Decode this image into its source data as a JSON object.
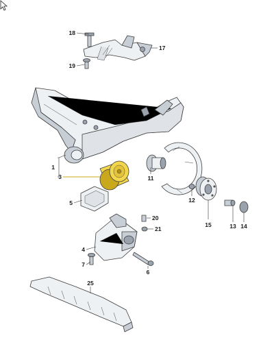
{
  "diagram": {
    "colors": {
      "part_fill": "#eef1f4",
      "part_shade": "#c7ced6",
      "part_dark": "#9aa3ad",
      "highlight_fill": "#f2d64b",
      "highlight_shade": "#c9a81c",
      "line": "#3c3c3c"
    },
    "callouts": {
      "c1": "1",
      "c3": "3",
      "c4": "4",
      "c5": "5",
      "c6": "6",
      "c7": "7",
      "c11": "11",
      "c12": "12",
      "c13": "13",
      "c14": "14",
      "c15": "15",
      "c17": "17",
      "c18": "18",
      "c19": "19",
      "c20": "20",
      "c21": "21",
      "c25": "25"
    },
    "icons": {
      "cursor": "arrow-pointer-icon"
    }
  }
}
